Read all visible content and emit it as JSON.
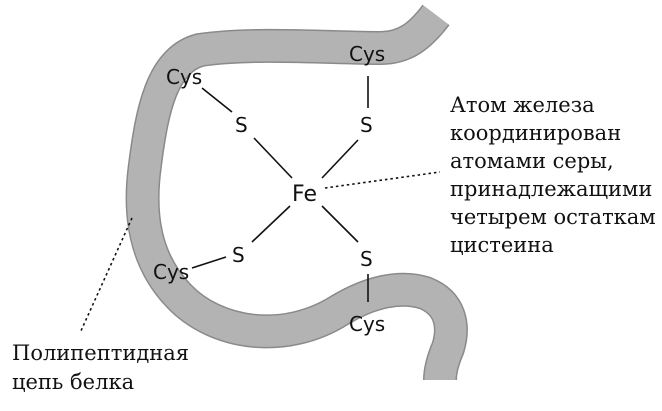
{
  "colors": {
    "chain_fill": "#b3b3b3",
    "chain_outline": "#8a8a8a",
    "ink": "#111111",
    "background": "#ffffff"
  },
  "atoms": {
    "fe": "Fe",
    "s_top_left": "S",
    "s_top_right": "S",
    "s_bottom_left": "S",
    "s_bottom_right": "S",
    "cys_top_left": "Cys",
    "cys_top_right": "Cys",
    "cys_bottom_left": "Cys",
    "cys_bottom_right": "Cys"
  },
  "annotations": {
    "iron_note": [
      "Атом железа",
      "координирован",
      "атомами серы,",
      "принадлежащими",
      "четырем остаткам",
      "цистеина"
    ],
    "chain_note": [
      "Полипептидная",
      "цепь белка"
    ]
  }
}
